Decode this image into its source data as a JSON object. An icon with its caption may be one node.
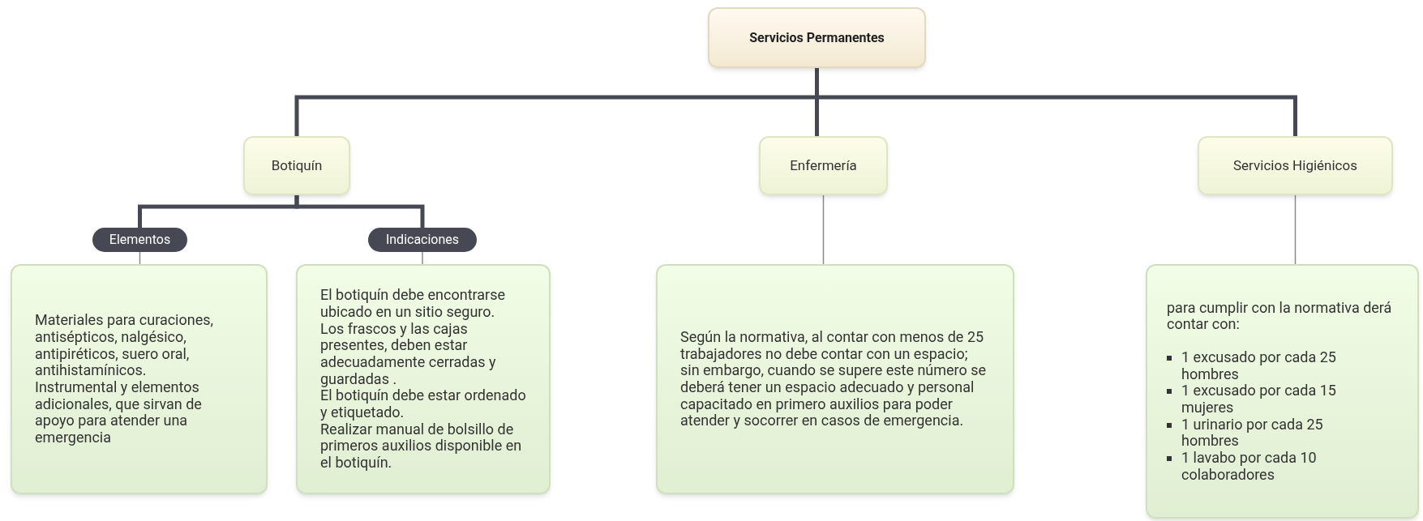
{
  "diagram": {
    "nodes": [
      {
        "text": [
          "Servicios Permanentes"
        ]
      },
      {
        "text": [
          "Botiquín"
        ]
      },
      {
        "text": [
          "Elementos"
        ]
      },
      {
        "text": [
          "Materiales para curaciones, antisépticos, nalgésico, antipiréticos, suero oral, antihistamínicos.",
          "Instrumental y elementos adicionales, que sirvan de apoyo para atender una emergencia"
        ]
      },
      {
        "text": [
          "Indicaciones"
        ]
      },
      {
        "text": [
          "El botiquín debe encontrarse ubicado en un sitio seguro.",
          "Los frascos y las cajas presentes, deben estar adecuadamente cerradas y guardadas .",
          "El botiquín debe estar ordenado y etiquetado.",
          "Realizar manual de bolsillo de primeros auxilios disponible en el botiquín."
        ]
      },
      {
        "text": [
          "Enfermería"
        ]
      },
      {
        "text": [
          "Según la normativa, al contar con menos de 25 trabajadores no debe contar con un espacio; sin embargo, cuando se supere este número se deberá tener un espacio adecuado y personal capacitado en primero auxilios para poder atender y socorrer en casos de emergencia."
        ]
      },
      {
        "text": [
          "Servicios Higiénicos"
        ]
      },
      {
        "text": [
          "para cumplir con la normativa derá contar con:",
          "1 excusado por cada 25 hombres",
          "1 excusado por cada 15 mujeres",
          "1 urinario por cada 25 hombres",
          "1 lavabo por cada 10 colaboradores"
        ]
      }
    ],
    "edges": [
      {
        "from": 0,
        "to": 1,
        "arrow": "none"
      },
      {
        "from": 0,
        "to": 6,
        "arrow": "none"
      },
      {
        "from": 0,
        "to": 8,
        "arrow": "none"
      },
      {
        "from": 1,
        "to": 2,
        "arrow": "none"
      },
      {
        "from": 1,
        "to": 4,
        "arrow": "none"
      },
      {
        "from": 2,
        "to": 3,
        "arrow": "none",
        "color": "#8a8a8a"
      },
      {
        "from": 4,
        "to": 5,
        "arrow": "none",
        "color": "#8a8a8a"
      },
      {
        "from": 6,
        "to": 7,
        "arrow": "none",
        "color": "#8a8a8a"
      },
      {
        "from": 8,
        "to": 9,
        "arrow": "none",
        "color": "#8a8a8a"
      }
    ]
  }
}
